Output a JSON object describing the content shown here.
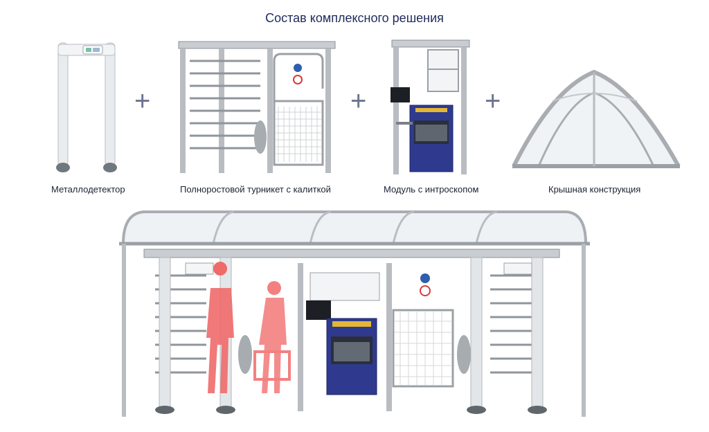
{
  "title": "Состав комплексного решения",
  "components": [
    {
      "id": "metal-detector",
      "label": "Металлодетектор"
    },
    {
      "id": "turnstile",
      "label": "Полноростовой турникет с калиткой"
    },
    {
      "id": "scanner-module",
      "label": "Модуль с интроскопом"
    },
    {
      "id": "roof",
      "label": "Крышная конструкция"
    }
  ],
  "plus_sign": "+",
  "colors": {
    "title": "#1f2a5a",
    "metal": "#b9bcc1",
    "scanner_body": "#2f3a8f",
    "person": "#f06a6a",
    "glass": "#e6ebef"
  }
}
